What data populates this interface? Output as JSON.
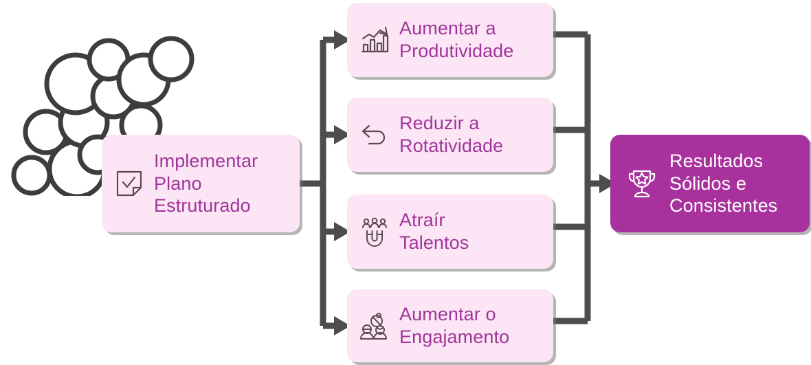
{
  "diagram": {
    "type": "flow",
    "title": "Implementar Plano Estruturado",
    "colors": {
      "node_fill": "#fce6f5",
      "node_text": "#a0359b",
      "result_fill": "#a8319e",
      "result_text": "#ffffff",
      "connector": "#4d4d4d",
      "icon_stroke": "#5b4a55",
      "decoration": "#3d3d3d",
      "shadow": "#9a9a9a"
    },
    "source": {
      "id": "plan",
      "label": "Implementar\nPlano\nEstruturado",
      "icon": "checklist-note-icon"
    },
    "middle": [
      {
        "id": "produtividade",
        "label": "Aumentar a\nProdutividade",
        "icon": "bar-chart-growth-icon"
      },
      {
        "id": "rotatividade",
        "label": "Reduzir a\nRotatividade",
        "icon": "undo-arrow-icon"
      },
      {
        "id": "talentos",
        "label": "Atraír\nTalentos",
        "icon": "magnet-people-icon"
      },
      {
        "id": "engajamento",
        "label": "Aumentar o\nEngajamento",
        "icon": "people-engagement-icon"
      }
    ],
    "result": {
      "id": "resultados",
      "label": "Resultados\nSólidos e\nConsistentes",
      "icon": "trophy-star-icon"
    },
    "decoration": {
      "name": "overlapping-circles-cluster",
      "circle_count": 12
    }
  }
}
